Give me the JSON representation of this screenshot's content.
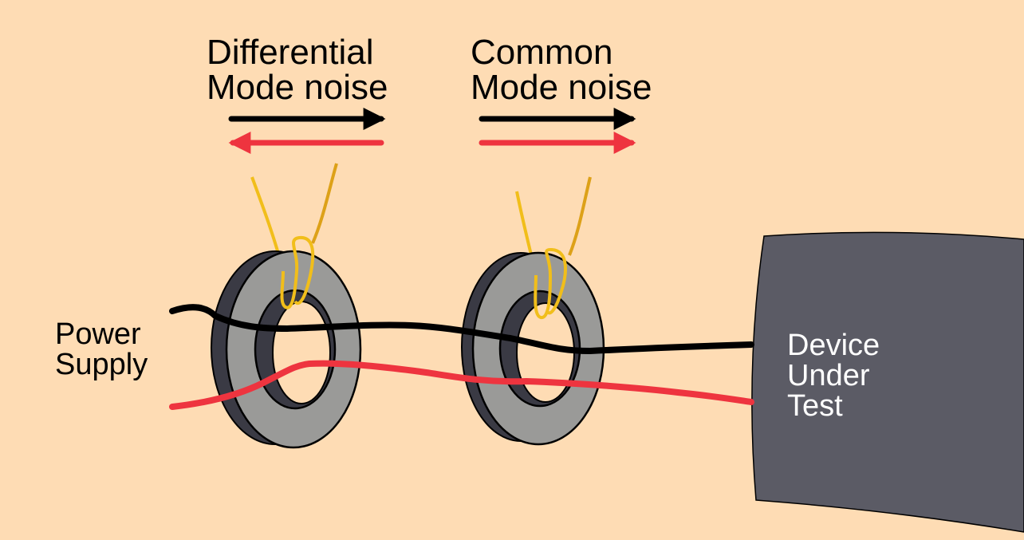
{
  "labels": {
    "differential": [
      "Differential",
      "Mode noise"
    ],
    "common": [
      "Common",
      "Mode noise"
    ],
    "power_supply": [
      "Power",
      "Supply"
    ],
    "device": [
      "Device",
      "Under",
      "Test"
    ]
  },
  "colors": {
    "background": "#FEDCB4",
    "wire_black": "#000000",
    "wire_red": "#EE343F",
    "core_face": "#9A9A98",
    "core_side": "#3A3A44",
    "probe_wire": "#F1BE1A",
    "probe_wire_dark": "#DDA118",
    "device_body": "#5B5B65"
  },
  "arrows": {
    "differential": {
      "black": "right",
      "red": "left"
    },
    "common": {
      "black": "right",
      "red": "right"
    }
  }
}
